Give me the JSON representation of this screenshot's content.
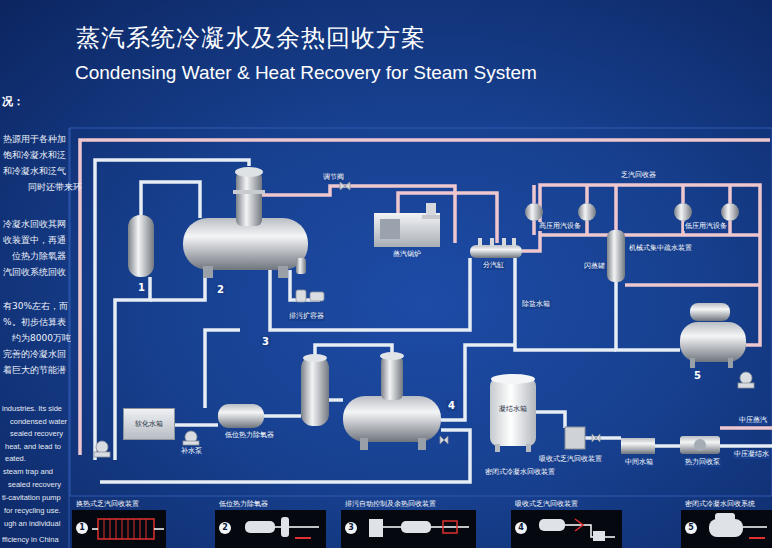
{
  "diagram": {
    "title": "蒸汽系统冷凝水及余热回收方案",
    "nodes": [
      {
        "text": [
          "蒸汽锅炉"
        ]
      },
      {
        "text": [
          "软化水箱"
        ]
      },
      {
        "text": [
          "换热式乏汽回收装置",
          "1"
        ]
      },
      {
        "text": [
          "低位热力除氧器",
          "2"
        ]
      },
      {
        "text": [
          "排污自动控制及余热回收装置",
          "3"
        ]
      },
      {
        "text": [
          "吸收式乏汽回收装置",
          "4"
        ]
      },
      {
        "text": [
          "密闭式冷凝水回收系统",
          "5"
        ]
      }
    ],
    "labels": [
      "Condensing Water & Heat Recovery for Steam System",
      "况：",
      "热源用于各种加",
      "饱和冷凝水和泛",
      "和冷凝水和泛气",
      "同时还带来环",
      "冷凝水回收其网",
      "收装置中，再通",
      "位热力除氧器",
      "汽回收系统回收",
      "有30%左右，而",
      "%。初步估算表",
      "约为8000万吨",
      "完善的冷凝水回",
      "着巨大的节能潜",
      "industries. Its side",
      "condensed water",
      "sealed recovery",
      "heat, and lead to",
      "eated.",
      "steam trap and",
      "sealed recovery",
      "ti-cavitation pump",
      "for recycling use.",
      "ugh an individual",
      "fficiency in China",
      "调节阀",
      "分汽缸",
      "排污扩容器",
      "补水泵",
      "低位热力除氧器",
      "高压用汽设备",
      "低压用汽设备",
      "机械式集中疏水装置",
      "闪蒸罐",
      "乏汽回收器",
      "除盐水箱",
      "凝结水箱",
      "吸收式乏汽回收装置",
      "密闭式冷凝水回收装置",
      "中间水箱",
      "热力回收泵",
      "中压蒸汽",
      "中压凝结水",
      "1",
      "2",
      "3",
      "4",
      "5"
    ]
  }
}
